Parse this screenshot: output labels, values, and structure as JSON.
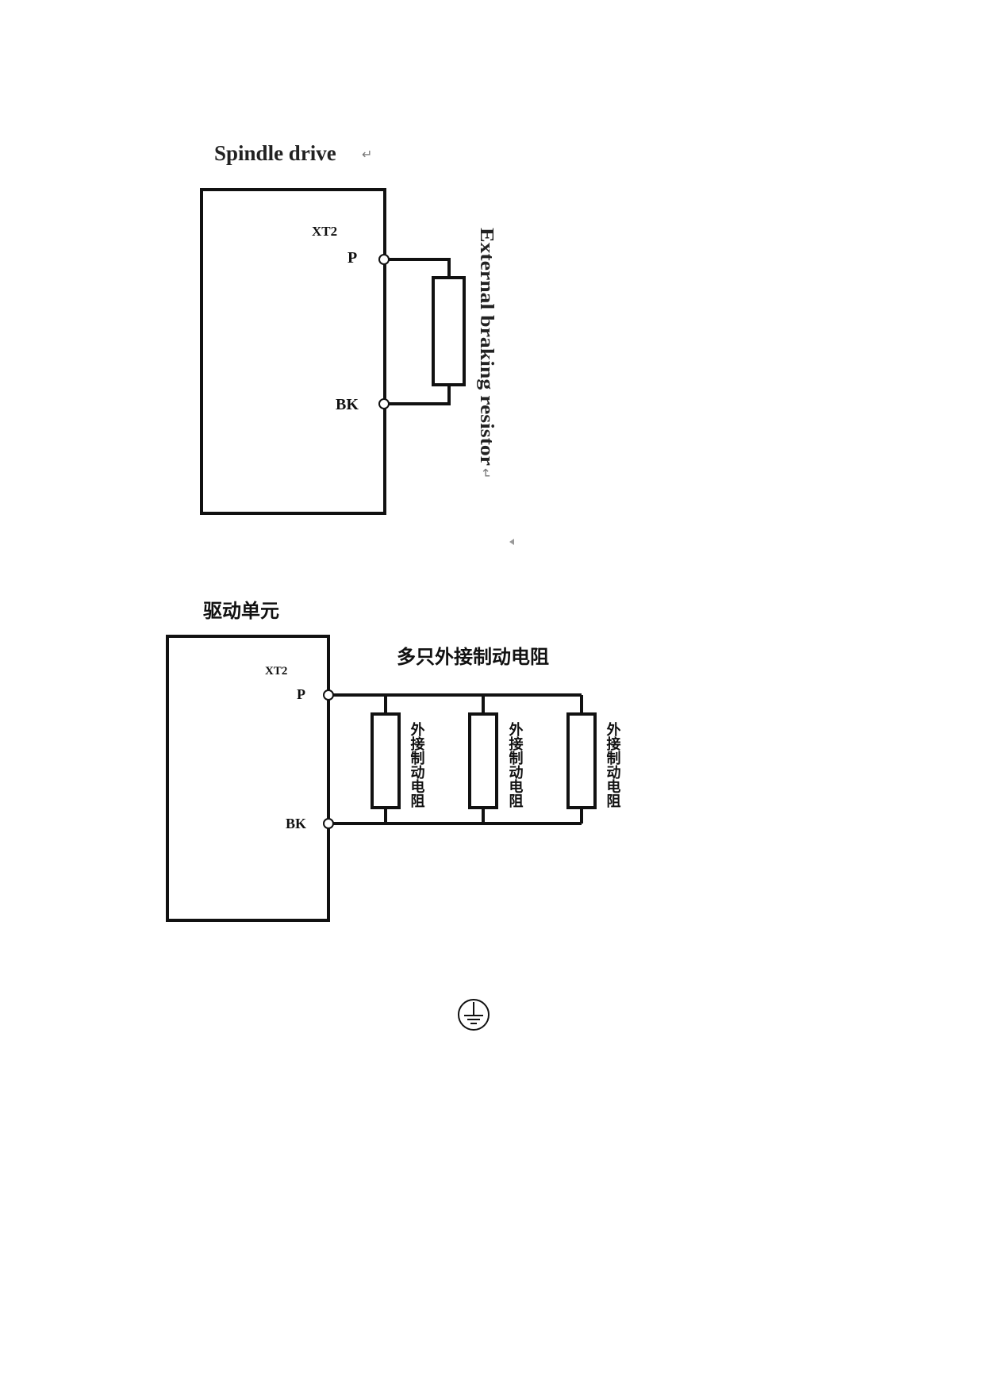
{
  "diagram1": {
    "title": "Spindle drive",
    "connector": "XT2",
    "terminal_p": "P",
    "terminal_bk": "BK",
    "resistor_label": "External braking resistor"
  },
  "diagram2": {
    "title": "驱动单元",
    "connector": "XT2",
    "terminal_p": "P",
    "terminal_bk": "BK",
    "group_label": "多只外接制动电阻",
    "resistor_labels": [
      "外接制动电阻",
      "外接制动电阻",
      "外接制动电阻"
    ]
  },
  "icons": {
    "return_mark": "↵",
    "ground": "protective-earth-icon"
  }
}
